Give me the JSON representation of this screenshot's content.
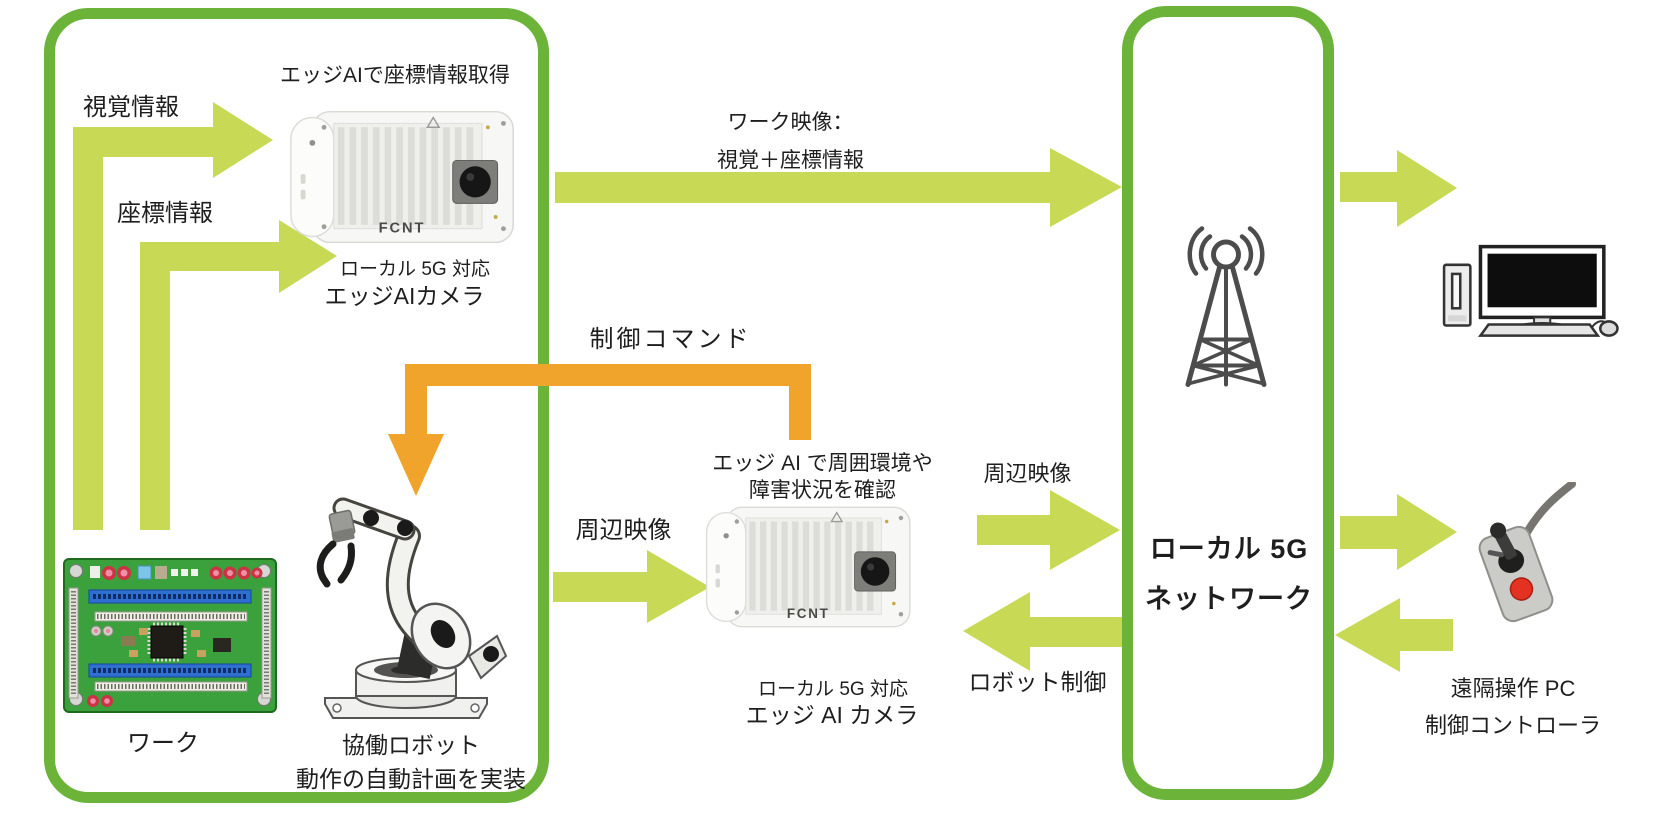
{
  "colors": {
    "box_border": "#6cb33a",
    "arrow_green": "#c8d955",
    "arrow_orange": "#f1a42c",
    "text": "#1e1e1e"
  },
  "labels": {
    "cam1_caption": "エッジAIで座標情報取得",
    "visual_info": "視覚情報",
    "coord_info": "座標情報",
    "cam1_sub": "ローカル 5G 対応",
    "cam1_name": "エッジAIカメラ",
    "work_video_1": "ワーク映像：",
    "work_video_2": "視覚＋座標情報",
    "control_command": "制御コマンド",
    "surround_video_from_robot": "周辺映像",
    "cam2_caption_1": "エッジ AI で周囲環境や",
    "cam2_caption_2": "障害状況を確認",
    "cam2_sub": "ローカル 5G 対応",
    "cam2_name": "エッジ AI カメラ",
    "surround_video_to_network": "周辺映像",
    "robot_control": "ロボット制御",
    "network_1": "ローカル 5G",
    "network_2": "ネットワーク",
    "work": "ワーク",
    "robot_1": "協働ロボット",
    "robot_2": "動作の自動計画を実装",
    "remote_1": "遠隔操作 PC",
    "remote_2": "制御コントローラ",
    "camera_brand": "FCNT"
  }
}
